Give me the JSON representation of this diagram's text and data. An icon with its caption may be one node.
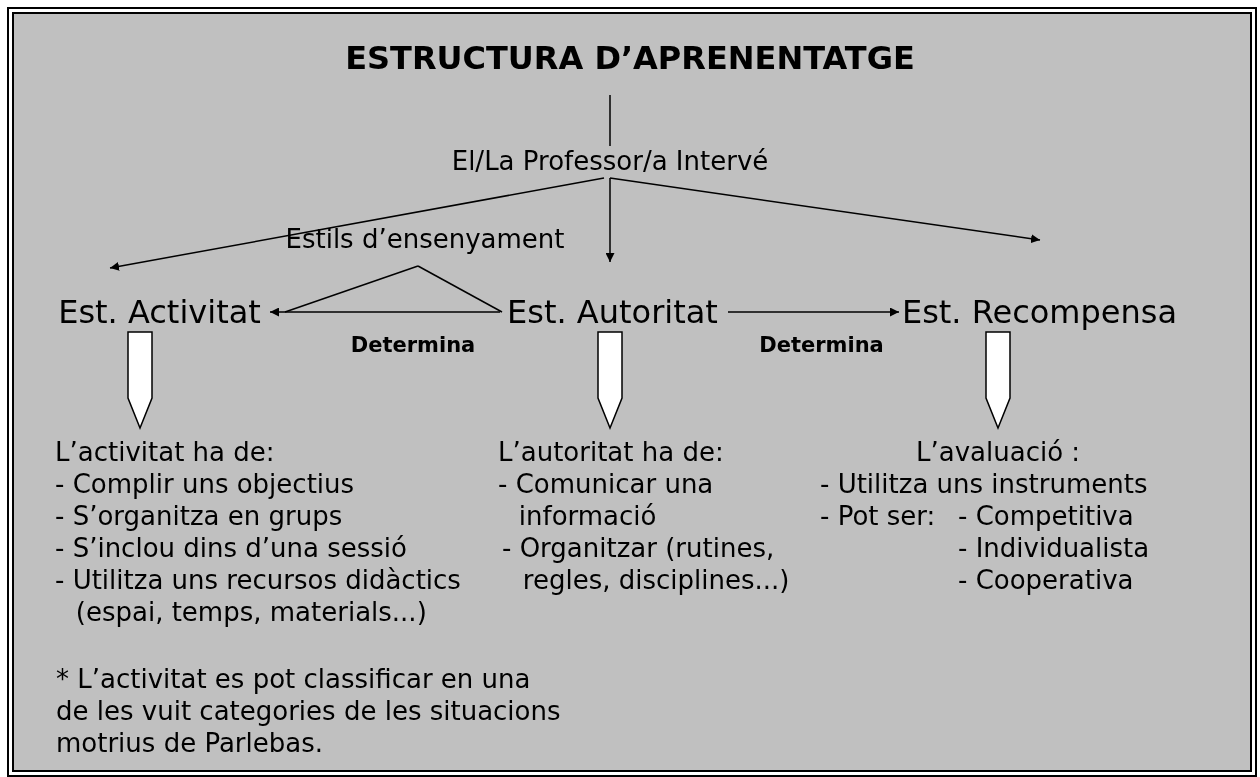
{
  "diagram": {
    "nodes": [
      {
        "text": [
          "ESTRUCTURA D’APRENENTATGE"
        ]
      },
      {
        "text": [
          "El/La Professor/a Intervé"
        ]
      },
      {
        "text": [
          "Estils d’ensenyament"
        ]
      },
      {
        "text": [
          "Est. Activitat"
        ]
      },
      {
        "text": [
          "Est. Autoritat"
        ]
      },
      {
        "text": [
          "Est. Recompensa"
        ]
      },
      {
        "text": [
          "L’activitat ha de:",
          "- Complir uns objectius",
          "- S’organitza en grups",
          "- S’inclou dins d’una sessió",
          "- Utilitza uns recursos didàctics (espai, temps, materials...)"
        ]
      },
      {
        "text": [
          "L’autoritat ha de:",
          "- Comunicar una informació",
          "- Organitzar (rutines, regles, disciplines...)"
        ]
      },
      {
        "text": [
          "L’avaluació :",
          "- Utilitza uns instruments",
          "- Pot ser:",
          "- Competitiva",
          "- Individualista",
          "- Cooperativa"
        ]
      }
    ],
    "edges": [
      {
        "from": 0,
        "to": 1,
        "arrow": "none"
      },
      {
        "from": 1,
        "to": 3,
        "arrow": "to"
      },
      {
        "from": 1,
        "to": 4,
        "arrow": "to"
      },
      {
        "from": 1,
        "to": 5,
        "arrow": "to"
      },
      {
        "from": 2,
        "to": 3,
        "arrow": "none"
      },
      {
        "from": 2,
        "to": 4,
        "arrow": "none"
      },
      {
        "from": 4,
        "to": 3,
        "arrow": "to",
        "label": "Determina"
      },
      {
        "from": 4,
        "to": 5,
        "arrow": "to",
        "label": "Determina"
      },
      {
        "from": 3,
        "to": 6,
        "arrow": "to",
        "style": "thick"
      },
      {
        "from": 4,
        "to": 7,
        "arrow": "to",
        "style": "thick"
      },
      {
        "from": 5,
        "to": 8,
        "arrow": "to",
        "style": "thick"
      }
    ],
    "labels": [
      "* L’activitat es pot classificar en una de les vuit categories de les situacions motrius de Parlebas."
    ]
  }
}
